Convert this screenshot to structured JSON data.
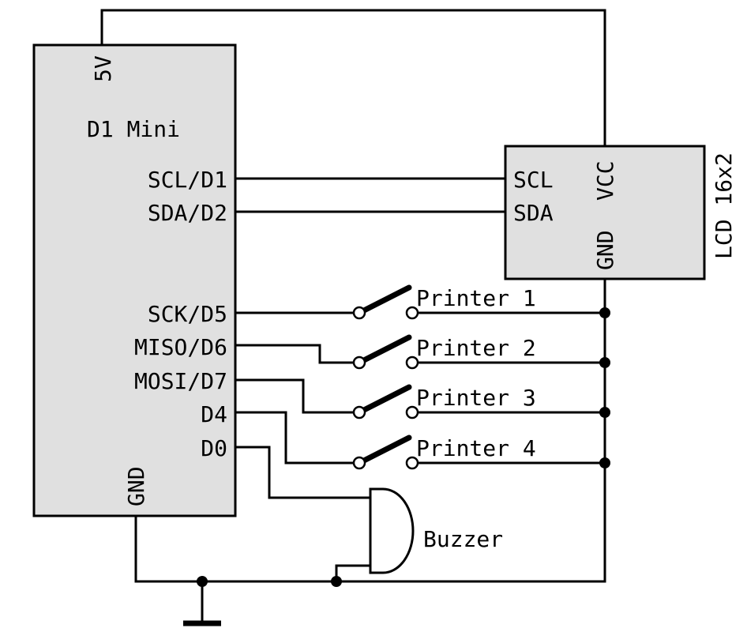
{
  "mcu": {
    "name": "D1 Mini",
    "pin_5v": "5V",
    "pin_scl": "SCL/D1",
    "pin_sda": "SDA/D2",
    "pin_sck": "SCK/D5",
    "pin_miso": "MISO/D6",
    "pin_mosi": "MOSI/D7",
    "pin_d4": "D4",
    "pin_d0": "D0",
    "pin_gnd": "GND"
  },
  "lcd": {
    "name": "LCD 16x2",
    "pin_scl": "SCL",
    "pin_sda": "SDA",
    "pin_vcc": "VCC",
    "pin_gnd": "GND"
  },
  "switches": [
    {
      "label": "Printer 1"
    },
    {
      "label": "Printer 2"
    },
    {
      "label": "Printer 3"
    },
    {
      "label": "Printer 4"
    }
  ],
  "buzzer": {
    "label": "Buzzer"
  }
}
